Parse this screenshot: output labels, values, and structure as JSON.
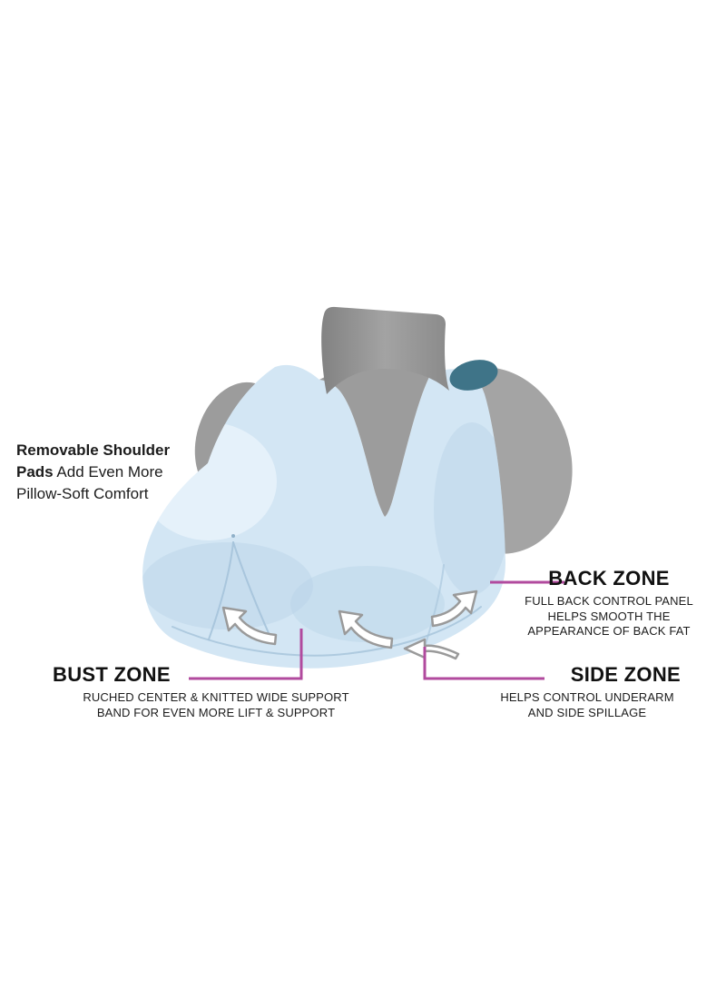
{
  "colors": {
    "background": "#ffffff",
    "accent": "#b14a9e",
    "bra": "#d3e6f4",
    "bra_shade": "#b7d2e7",
    "bra_line": "#a5c3da",
    "mannequin": "#9c9c9c",
    "mannequin_light": "#a4a4a4",
    "teal": "#3f7488",
    "arrow_outline": "#9a9a9a",
    "text": "#1c1c1c"
  },
  "annotations": {
    "shoulder_pads": {
      "bold1": "Removable Shoulder",
      "bold2": "Pads",
      "rest2": " Add Even More",
      "line3": "Pillow-Soft Comfort"
    },
    "back_zone": {
      "title": "BACK ZONE",
      "lines": [
        "FULL BACK CONTROL PANEL",
        "HELPS SMOOTH THE",
        "APPEARANCE OF BACK FAT"
      ]
    },
    "bust_zone": {
      "title": "BUST ZONE",
      "lines": [
        "RUCHED CENTER & KNITTED WIDE SUPPORT",
        "BAND FOR EVEN MORE LIFT & SUPPORT"
      ]
    },
    "side_zone": {
      "title": "SIDE ZONE",
      "lines": [
        "HELPS CONTROL UNDERARM",
        "AND SIDE SPILLAGE"
      ]
    }
  }
}
